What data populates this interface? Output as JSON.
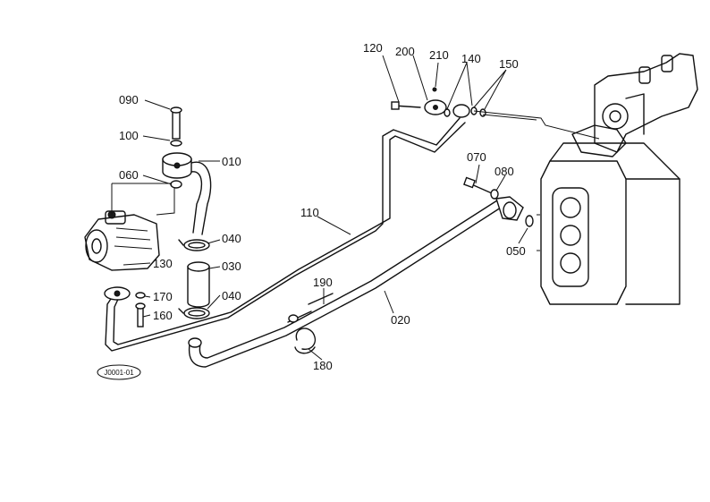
{
  "figure_code": "J0001-01",
  "callouts": {
    "p090": "090",
    "p100": "100",
    "p010": "010",
    "p060": "060",
    "p040a": "040",
    "p030": "030",
    "p130": "130",
    "p040b": "040",
    "p170": "170",
    "p160": "160",
    "p110": "110",
    "p120": "120",
    "p200": "200",
    "p210": "210",
    "p140": "140",
    "p150": "150",
    "p070": "070",
    "p080": "080",
    "p050": "050",
    "p190": "190",
    "p020": "020",
    "p180": "180"
  }
}
